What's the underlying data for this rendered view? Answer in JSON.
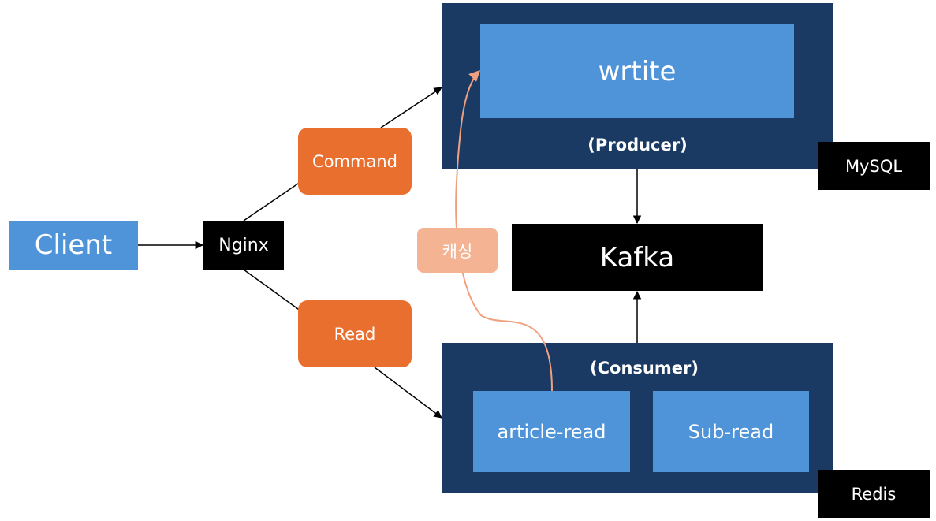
{
  "nodes": {
    "client": "Client",
    "nginx": "Nginx",
    "command": "Command",
    "read": "Read",
    "caching": "캐싱",
    "write": "wrtite",
    "producer": "(Producer)",
    "kafka": "Kafka",
    "consumer": "(Consumer)",
    "article_read": "article-read",
    "sub_read": "Sub-read",
    "mysql": "MySQL",
    "redis": "Redis"
  },
  "colors": {
    "container": "#1a3a63",
    "service": "#4f94d9",
    "route": "#e96f2f",
    "caching": "#f4b392",
    "infra": "#000000"
  }
}
